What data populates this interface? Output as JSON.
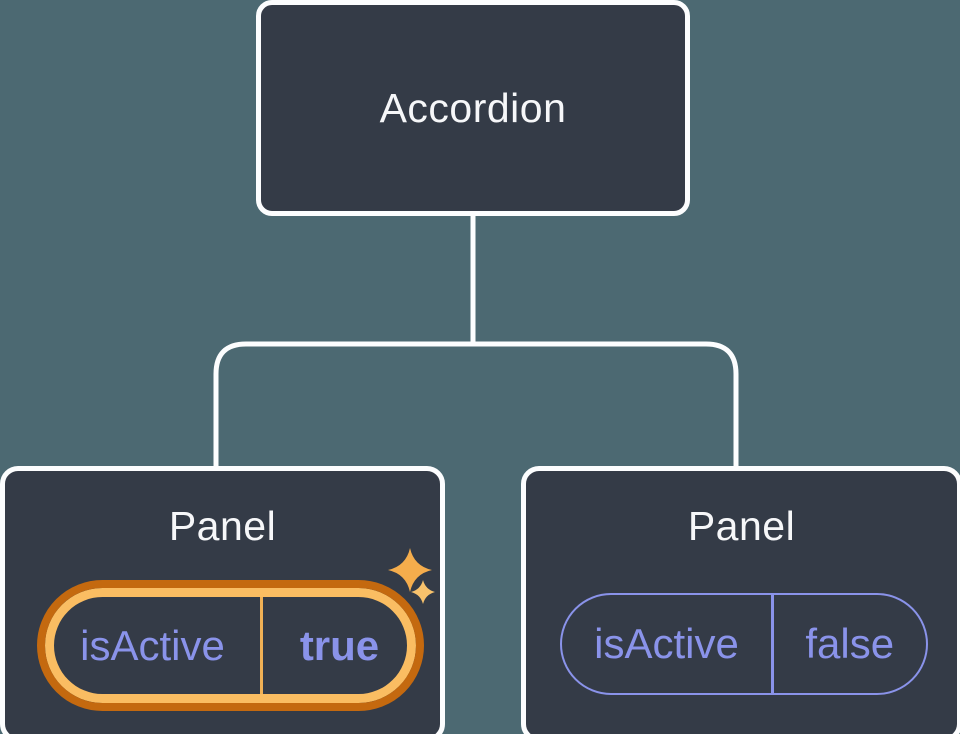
{
  "diagram": {
    "type": "react-component-tree",
    "root": {
      "label": "Accordion"
    },
    "children": [
      {
        "title": "Panel",
        "state": {
          "name": "isActive",
          "value": "true"
        },
        "highlighted": true,
        "sparkles": true
      },
      {
        "title": "Panel",
        "state": {
          "name": "isActive",
          "value": "false"
        },
        "highlighted": false,
        "sparkles": false
      }
    ]
  },
  "icons": {
    "sparkles": "four-point-star-sparkles"
  },
  "colors": {
    "background": "#4C6972",
    "node_fill": "#343B47",
    "node_border": "#FCFDFE",
    "connector": "#FCFDFE",
    "state_text": "#8A93EA",
    "highlight_ring_outer": "#C4690F",
    "highlight_ring_inner": "#FABD62",
    "sparkle_large": "#F5AD4C",
    "sparkle_small": "#F8C26C"
  }
}
